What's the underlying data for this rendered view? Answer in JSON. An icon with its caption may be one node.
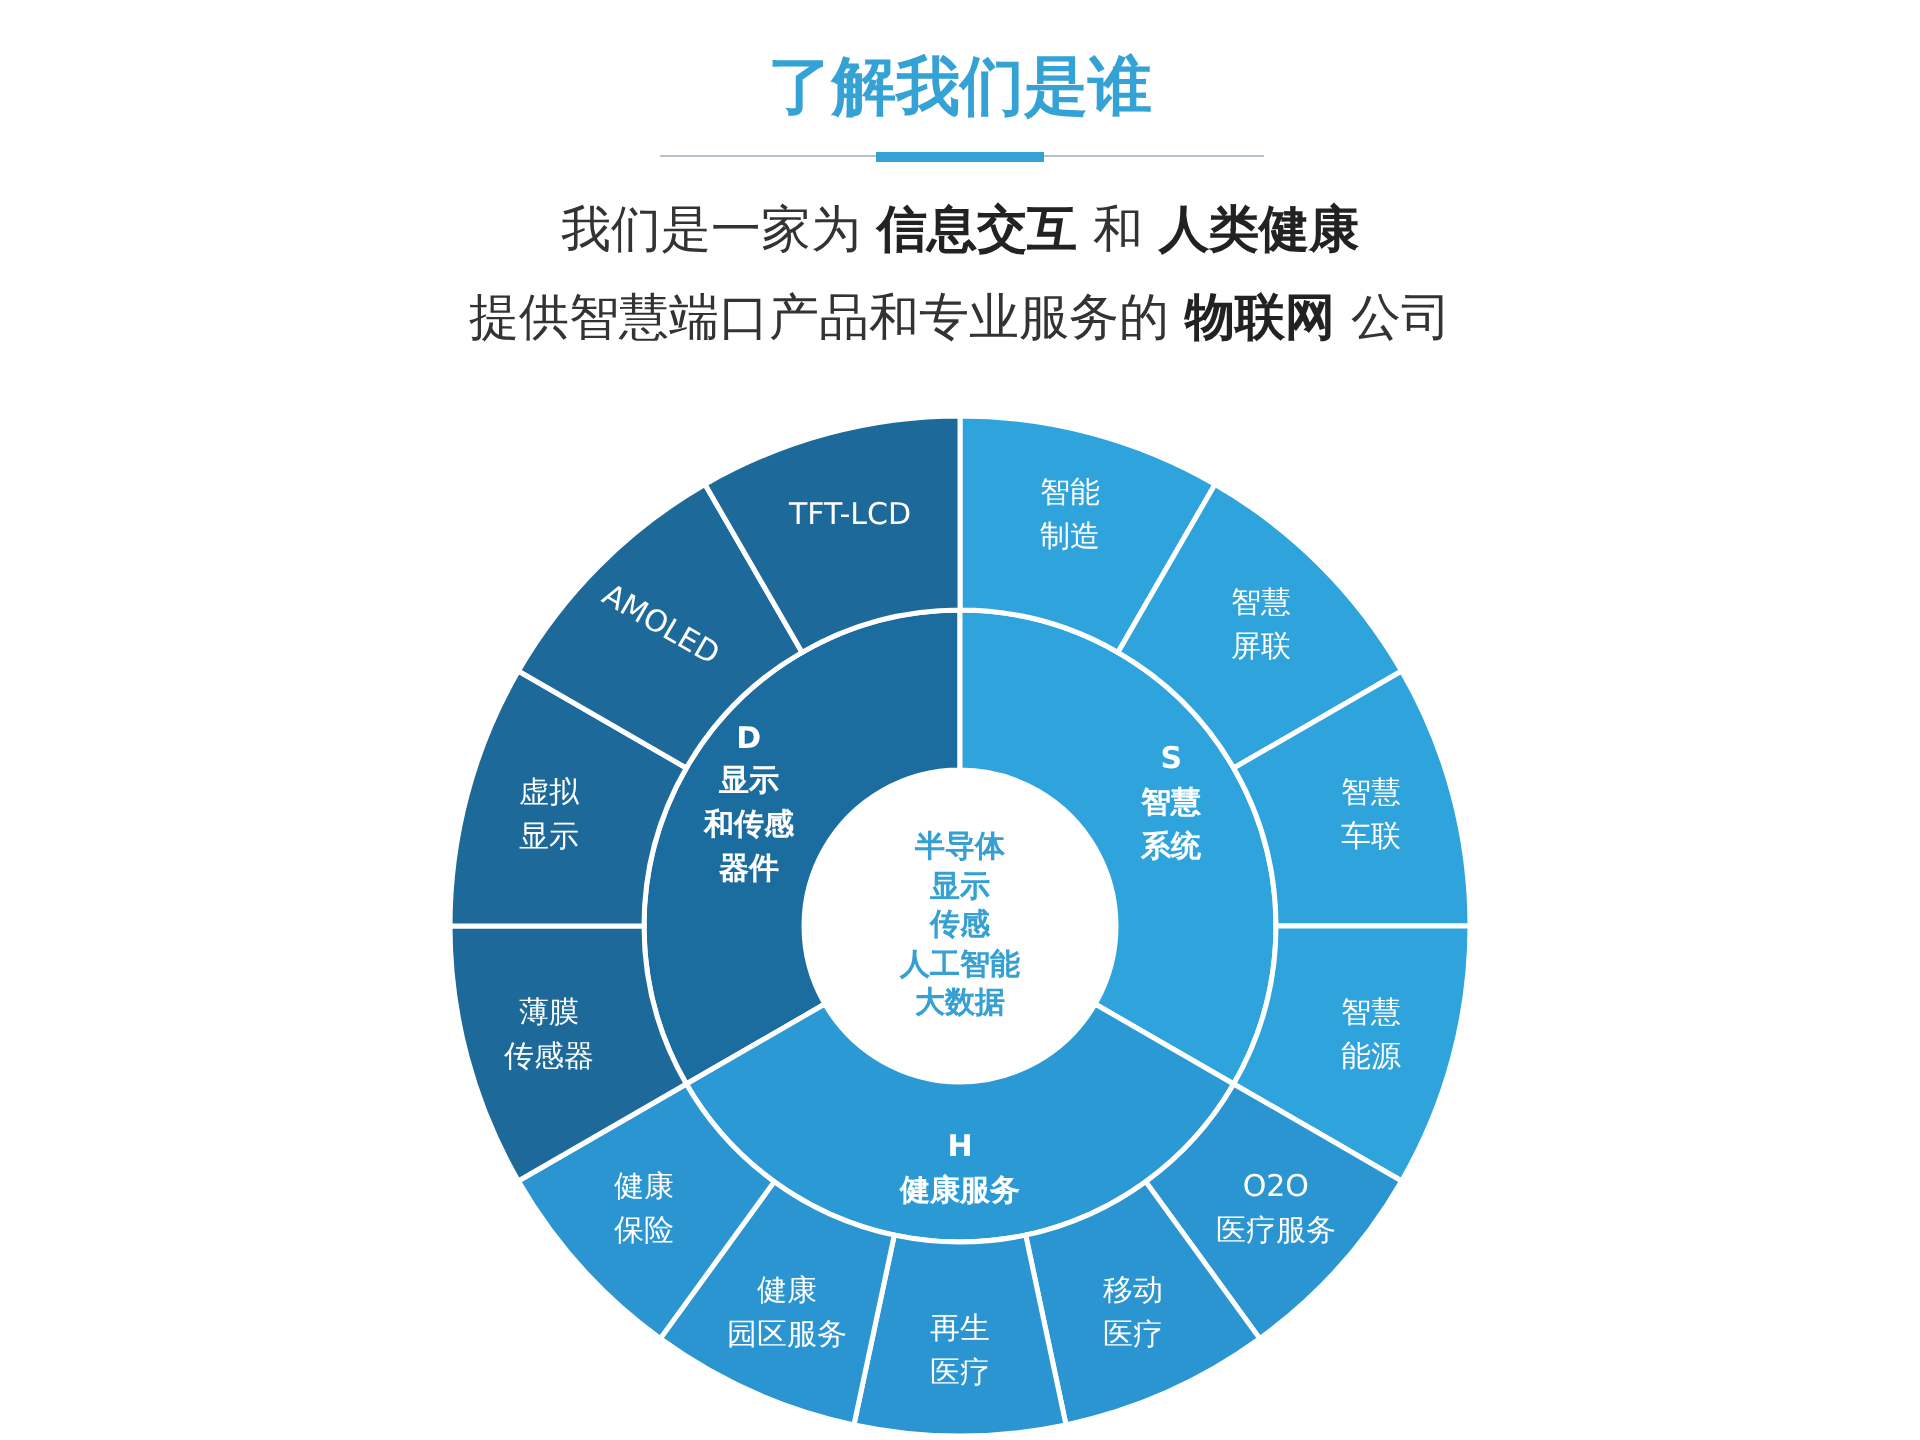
{
  "diagram": {
    "title": "了解我们是谁",
    "nodes": [
      {
        "text": [
          "半导体",
          "显示",
          "传感",
          "人工智能",
          "大数据"
        ]
      },
      {
        "text": [
          "D",
          "显示和传感器件"
        ]
      },
      {
        "text": [
          "S",
          "智慧系统"
        ]
      },
      {
        "text": [
          "H",
          "健康服务"
        ]
      },
      {
        "text": [
          "智能制造"
        ]
      },
      {
        "text": [
          "智慧屏联"
        ]
      },
      {
        "text": [
          "智慧车联"
        ]
      },
      {
        "text": [
          "智慧能源"
        ]
      },
      {
        "text": [
          "O2O 医疗服务"
        ]
      },
      {
        "text": [
          "移动医疗"
        ]
      },
      {
        "text": [
          "再生医疗"
        ]
      },
      {
        "text": [
          "健康园区服务"
        ]
      },
      {
        "text": [
          "健康保险"
        ]
      },
      {
        "text": [
          "薄膜传感器"
        ]
      },
      {
        "text": [
          "虚拟显示"
        ]
      },
      {
        "text": [
          "AMOLED"
        ]
      },
      {
        "text": [
          "TFT-LCD"
        ]
      }
    ],
    "labels": [
      "我们是一家为 **信息交互** 和 **人类健康**",
      "提供智慧端口产品和专业服务的 **物联网** 公司"
    ]
  }
}
